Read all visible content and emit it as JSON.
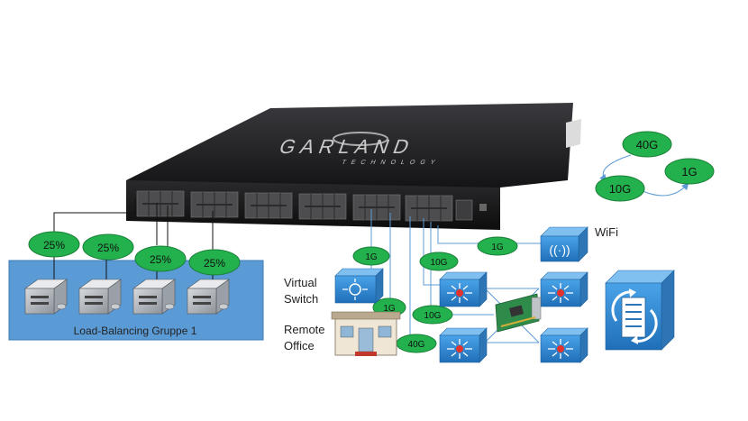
{
  "switch": {
    "brand": "GARLAND",
    "brand_sub": "TECHNOLOGY"
  },
  "load_balancing": {
    "group_label": "Load-Balancing Gruppe 1",
    "shares": [
      "25%",
      "25%",
      "25%",
      "25%"
    ]
  },
  "speed_cycle": {
    "labels": [
      "40G",
      "10G",
      "1G"
    ]
  },
  "devices": {
    "wifi_label": "WiFi",
    "virtual_switch_label": [
      "Virtual",
      "Switch"
    ],
    "remote_office_label": [
      "Remote",
      "Office"
    ]
  },
  "link_speeds": {
    "wifi": "1G",
    "virtual_switch": "1G",
    "remote_office_upper": "1G",
    "switch_cluster_upper": "10G",
    "switch_cluster_lower": "10G",
    "remote_office_lower": "40G"
  },
  "colors": {
    "oval_green": "#22b14c",
    "lb_box_blue": "#5b9bd5",
    "link_blue": "#5b9bd5",
    "device_blue": "#2e75b6",
    "chassis_dark": "#1c1c1e"
  }
}
